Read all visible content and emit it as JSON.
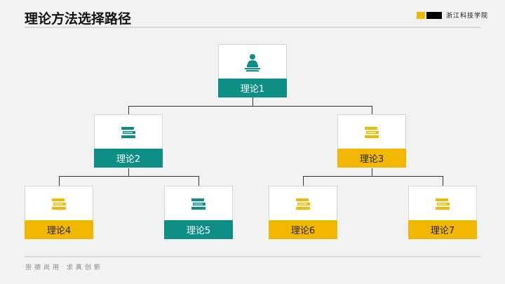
{
  "header": {
    "title": "理论方法选择路径",
    "logo_text": "浙江科技学院"
  },
  "colors": {
    "teal": "#0e8f86",
    "yellow": "#f2b800"
  },
  "nodes": [
    {
      "label": "理论1",
      "color": "teal",
      "icon": "speaker-podium-icon"
    },
    {
      "label": "理论2",
      "color": "teal",
      "icon": "books-icon"
    },
    {
      "label": "理论3",
      "color": "yellow",
      "icon": "books-icon"
    },
    {
      "label": "理论4",
      "color": "yellow",
      "icon": "books-icon"
    },
    {
      "label": "理论5",
      "color": "teal",
      "icon": "books-icon"
    },
    {
      "label": "理论6",
      "color": "yellow",
      "icon": "books-icon"
    },
    {
      "label": "理论7",
      "color": "yellow",
      "icon": "books-icon"
    }
  ],
  "footer": {
    "motto": "崇德尚用  求真创新"
  }
}
